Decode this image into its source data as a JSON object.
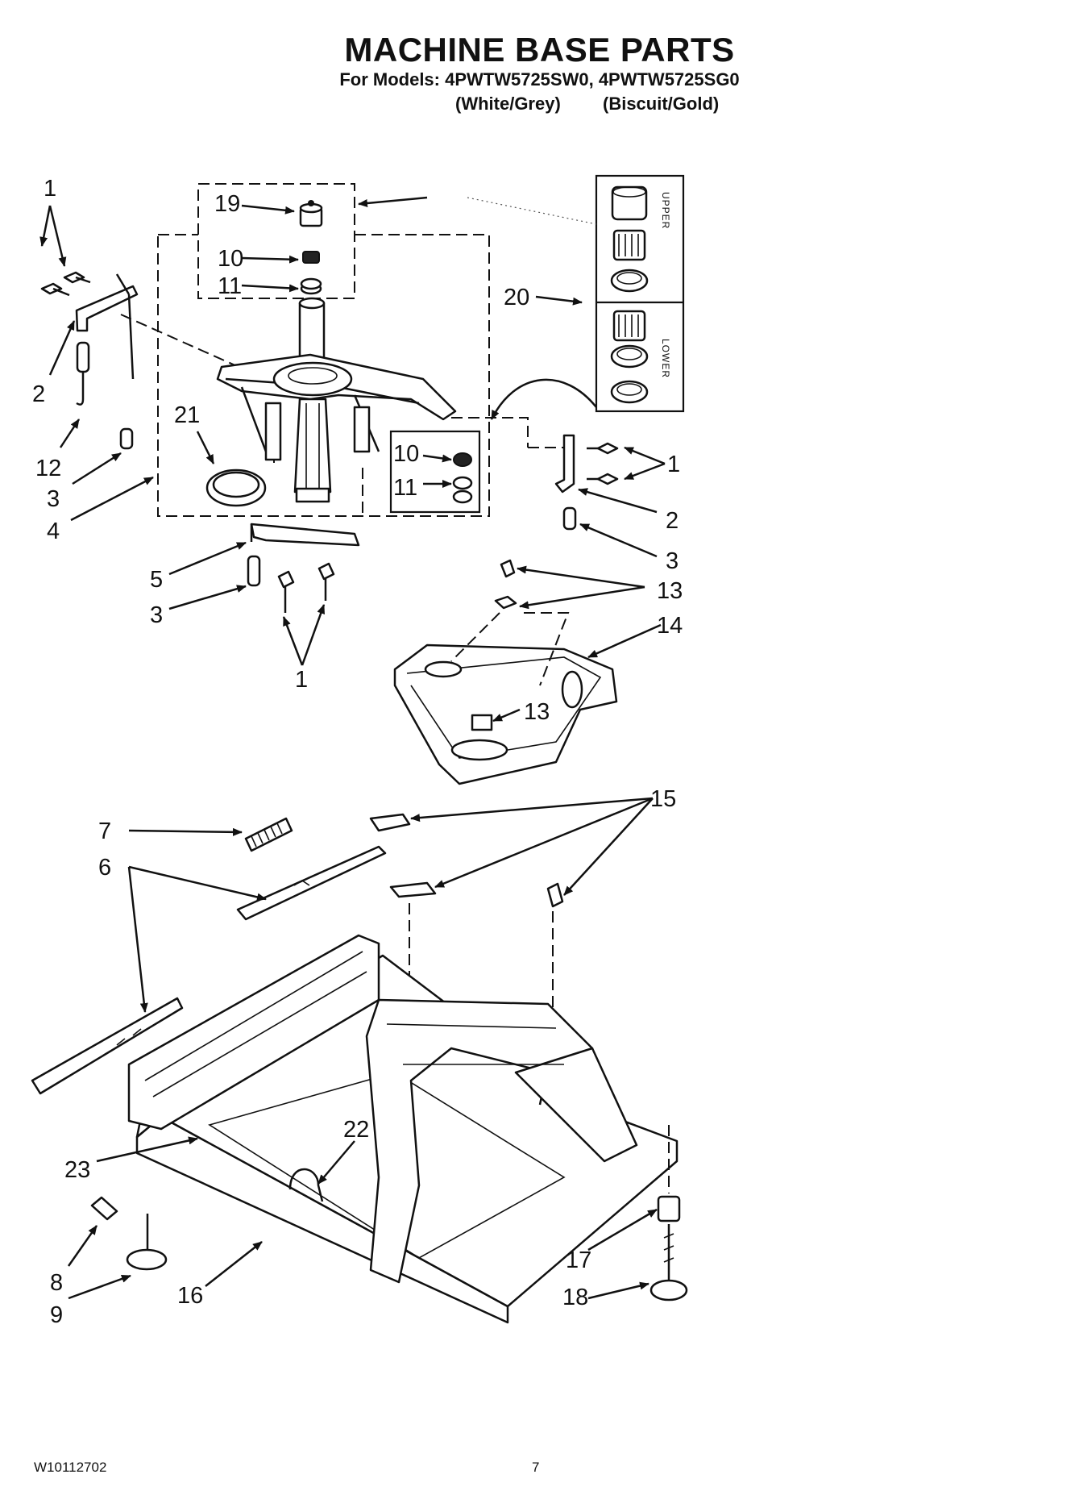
{
  "header": {
    "title": "MACHINE BASE PARTS",
    "models": "For Models: 4PWTW5725SW0, 4PWTW5725SG0",
    "variant_white": "(White/Grey)",
    "variant_biscuit": "(Biscuit/Gold)"
  },
  "inset": {
    "upper_label": "UPPER",
    "lower_label": "LOWER"
  },
  "callouts": {
    "c1a": "1",
    "c19": "19",
    "c10a": "10",
    "c11a": "11",
    "c20": "20",
    "c2a": "2",
    "c21": "21",
    "c12": "12",
    "c3a": "3",
    "c4": "4",
    "c10b": "10",
    "c11b": "11",
    "c1b": "1",
    "c2b": "2",
    "c3b": "3",
    "c13a": "13",
    "c14": "14",
    "c5": "5",
    "c3c": "3",
    "c1c": "1",
    "c13b": "13",
    "c15": "15",
    "c7": "7",
    "c6": "6",
    "c22": "22",
    "c23": "23",
    "c8": "8",
    "c9": "9",
    "c16": "16",
    "c17": "17",
    "c18": "18"
  },
  "footer": {
    "doc_number": "W10112702",
    "page_number": "7"
  }
}
